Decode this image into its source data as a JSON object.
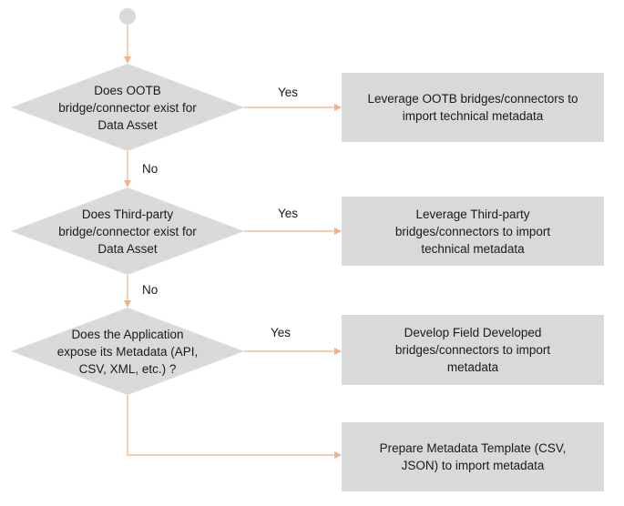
{
  "colors": {
    "shape_fill": "#d9d9d9",
    "connector": "#f4b183",
    "text": "#1a1a1a"
  },
  "decisions": [
    {
      "lines": [
        "Does OOTB",
        "bridge/connector exist for",
        "Data Asset"
      ]
    },
    {
      "lines": [
        "Does Third-party",
        "bridge/connector exist for",
        "Data Asset"
      ]
    },
    {
      "lines": [
        "Does the Application",
        "expose its Metadata (API,",
        "CSV, XML, etc.) ?"
      ]
    }
  ],
  "actions": [
    {
      "lines": [
        "Leverage OOTB bridges/connectors to",
        "import technical metadata"
      ]
    },
    {
      "lines": [
        "Leverage Third-party",
        "bridges/connectors to import",
        "technical metadata"
      ]
    },
    {
      "lines": [
        "Develop Field Developed",
        "bridges/connectors to import",
        "metadata"
      ]
    },
    {
      "lines": [
        "Prepare Metadata Template (CSV,",
        "JSON) to import metadata"
      ]
    }
  ],
  "edge_labels": {
    "yes": "Yes",
    "no": "No"
  }
}
